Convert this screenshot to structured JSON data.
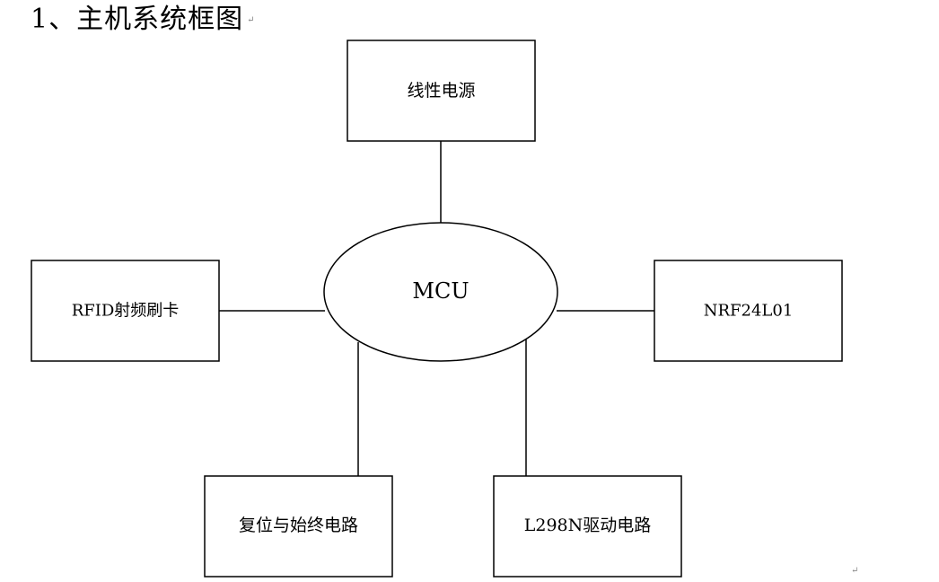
{
  "heading": {
    "text": "1、主机系统框图",
    "paragraph_mark": "↵"
  },
  "diagram": {
    "center": {
      "label": "MCU"
    },
    "blocks": {
      "power": "线性电源",
      "rfid": "RFID射频刷卡",
      "nrf": "NRF24L01",
      "reset_clock": "复位与始终电路",
      "motor_driver": "L298N驱动电路"
    }
  },
  "end_mark": "↵"
}
